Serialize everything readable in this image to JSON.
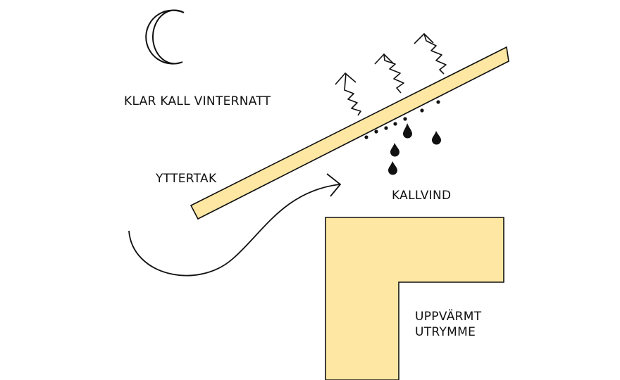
{
  "labels": {
    "night": "KLAR KALL VINTERNATT",
    "outer_roof": "YTTERTAK",
    "cold_attic": "KALLVIND",
    "heated_space_line1": "UPPVÄRMT",
    "heated_space_line2": "UTRYMME"
  },
  "colors": {
    "wood": "#fde7a2",
    "outline": "#111111",
    "background": "#ffffff"
  },
  "icons": [
    "moon-icon",
    "heat-radiation-arrow-icon",
    "water-droplet-icon",
    "airflow-arrow-icon"
  ]
}
